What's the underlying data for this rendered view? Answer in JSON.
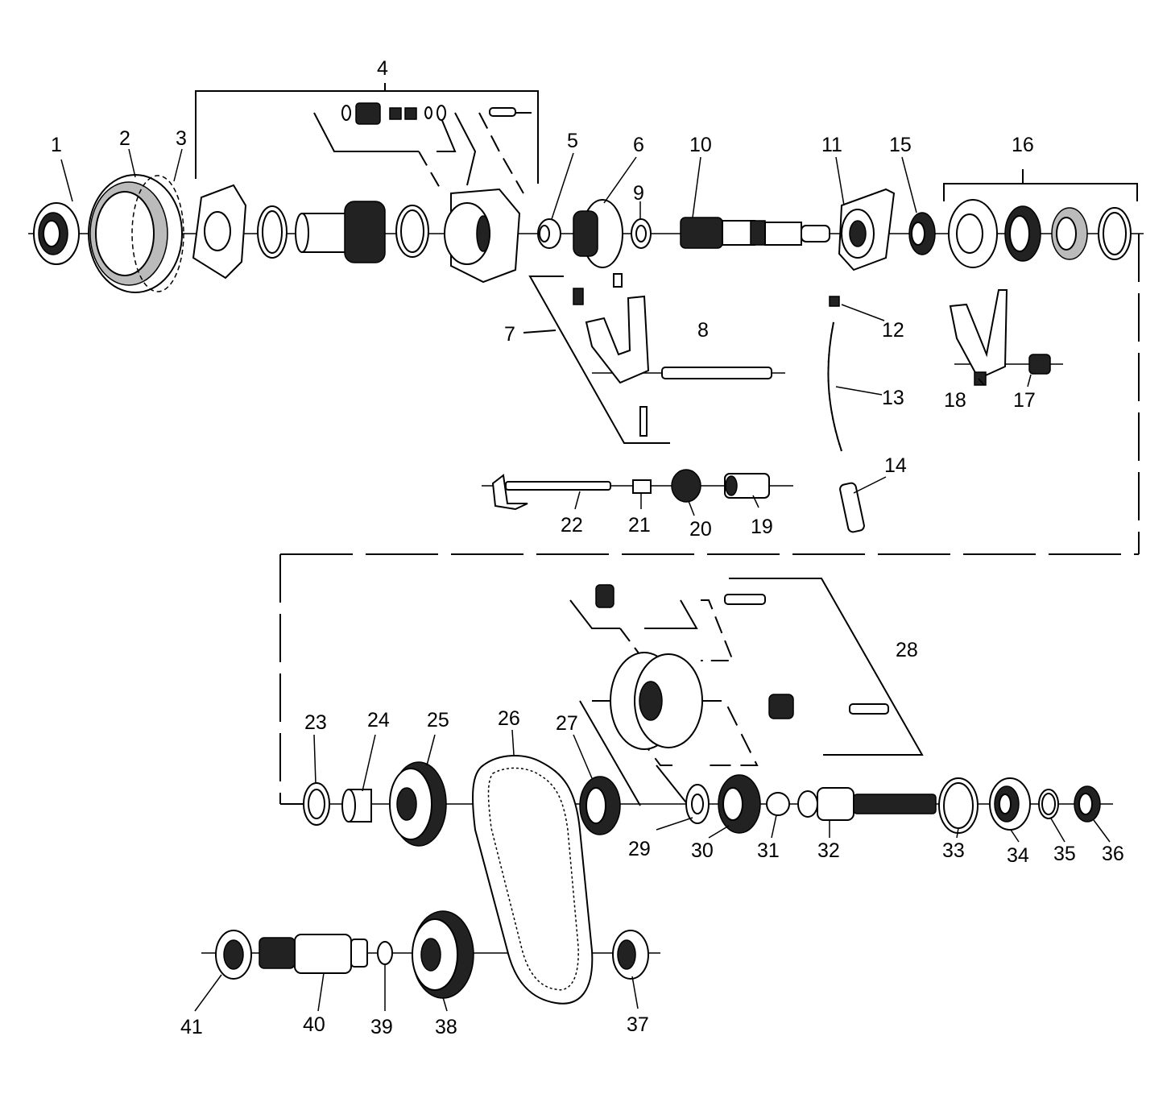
{
  "parts": [
    {
      "n": "1"
    },
    {
      "n": "2"
    },
    {
      "n": "3"
    },
    {
      "n": "4"
    },
    {
      "n": "5"
    },
    {
      "n": "6"
    },
    {
      "n": "7"
    },
    {
      "n": "8"
    },
    {
      "n": "9"
    },
    {
      "n": "10"
    },
    {
      "n": "11"
    },
    {
      "n": "12"
    },
    {
      "n": "13"
    },
    {
      "n": "14"
    },
    {
      "n": "15"
    },
    {
      "n": "16"
    },
    {
      "n": "17"
    },
    {
      "n": "18"
    },
    {
      "n": "19"
    },
    {
      "n": "20"
    },
    {
      "n": "21"
    },
    {
      "n": "22"
    },
    {
      "n": "23"
    },
    {
      "n": "24"
    },
    {
      "n": "25"
    },
    {
      "n": "26"
    },
    {
      "n": "27"
    },
    {
      "n": "28"
    },
    {
      "n": "29"
    },
    {
      "n": "30"
    },
    {
      "n": "31"
    },
    {
      "n": "32"
    },
    {
      "n": "33"
    },
    {
      "n": "34"
    },
    {
      "n": "35"
    },
    {
      "n": "36"
    },
    {
      "n": "37"
    },
    {
      "n": "38"
    },
    {
      "n": "39"
    },
    {
      "n": "40"
    },
    {
      "n": "41"
    }
  ]
}
